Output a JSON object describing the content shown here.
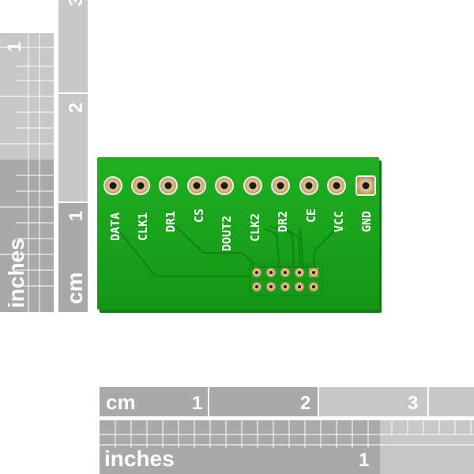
{
  "left_ruler": {
    "units_top": "inches",
    "units_bottom": "cm",
    "inch_numbers": [
      "1"
    ],
    "cm_numbers": [
      "1",
      "2",
      "3"
    ]
  },
  "bottom_ruler": {
    "units_top": "cm",
    "units_bottom": "inches",
    "cm_numbers": [
      "1",
      "2",
      "3"
    ],
    "inch_numbers": [
      "1"
    ]
  },
  "board": {
    "pin_labels": [
      "DATA",
      "CLK1",
      "DR1",
      "CS",
      "DOUT2",
      "CLK2",
      "DR2",
      "CE",
      "VCC",
      "GND"
    ],
    "colors": {
      "pcb": "#17a21a",
      "trace": "#0e8712",
      "silkscreen": "#ffffff",
      "pad": "#d2b27a"
    }
  }
}
